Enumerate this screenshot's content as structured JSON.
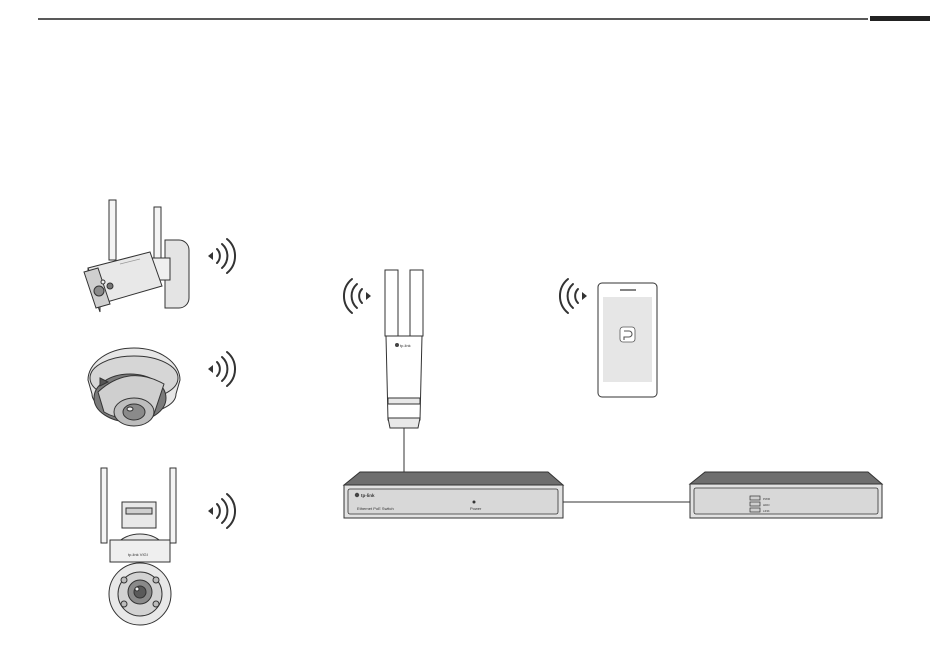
{
  "devices": {
    "switch": {
      "brand": "tp-link",
      "model_label": "Ethernet PoE Switch",
      "power_label": "Power"
    },
    "nvr": {
      "indicator_labels": [
        "PWR",
        "HDD",
        "LINK"
      ]
    },
    "outdoor_ap": {
      "brand": "tp-link"
    },
    "ptz_camera": {
      "brand": "tp-link VIGI"
    }
  },
  "colors": {
    "line": "#333333",
    "device_body": "#dcdcdc",
    "device_top": "#6e6e6e",
    "phone_screen": "#e6e6e6",
    "camera_lens": "#8a8a8a"
  },
  "icons": [
    "wifi-icon",
    "omada-app-icon",
    "tp-link-logo-icon"
  ]
}
